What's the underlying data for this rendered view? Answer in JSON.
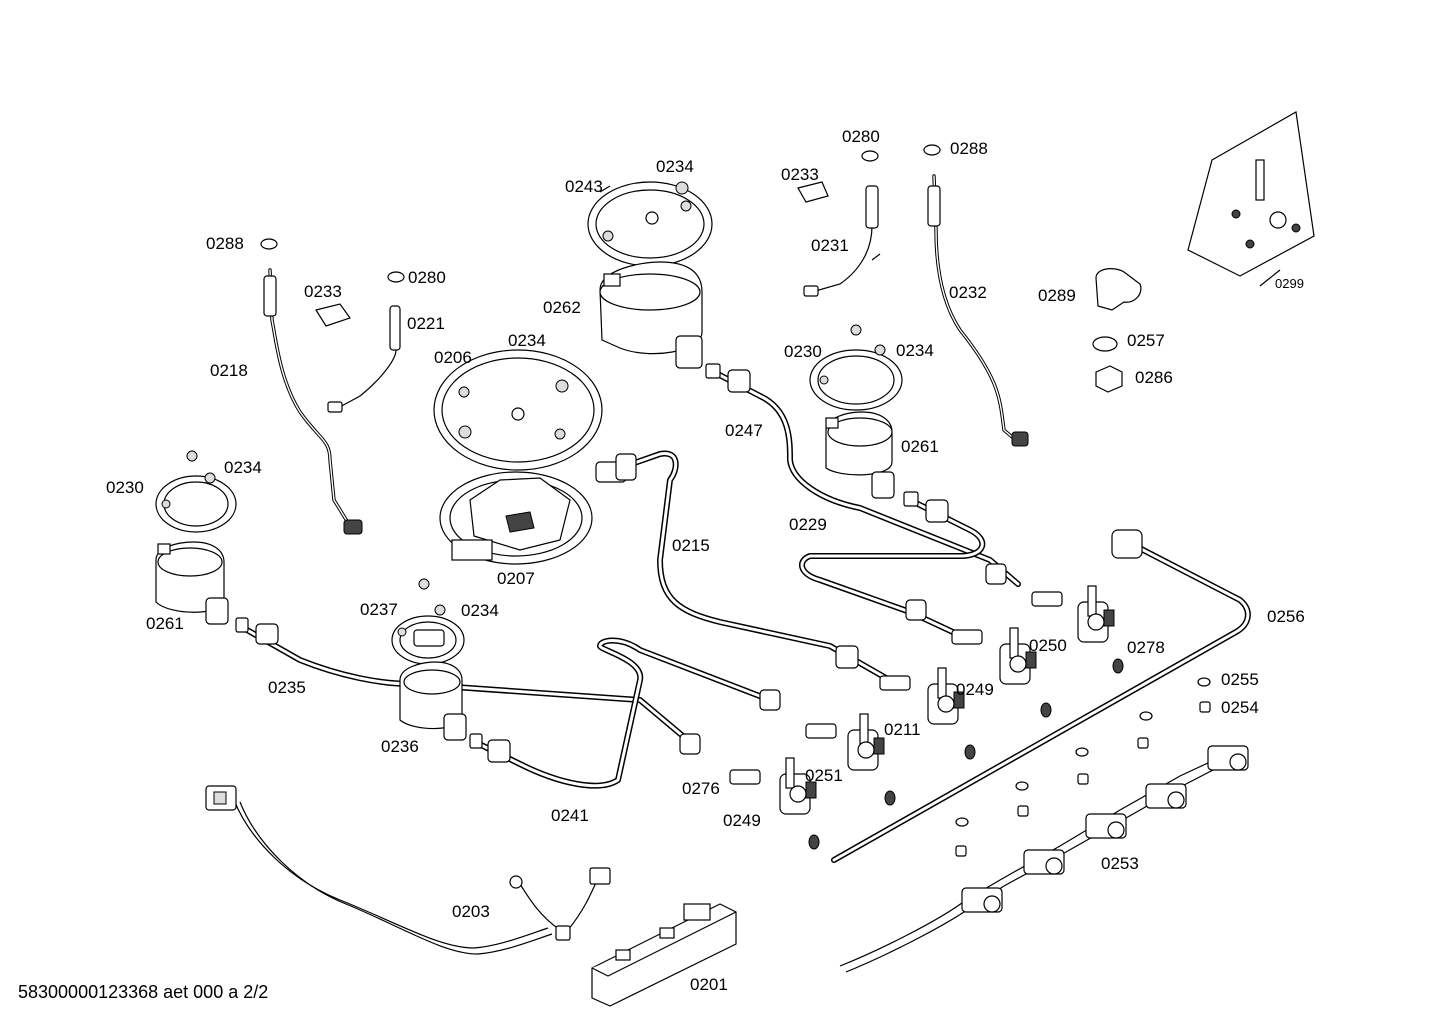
{
  "footer": "58300000123368 aet 000 a 2/2",
  "labels": {
    "p0201": "0201",
    "p0203": "0203",
    "p0206": "0206",
    "p0207": "0207",
    "p0211": "0211",
    "p0215": "0215",
    "p0218": "0218",
    "p0221": "0221",
    "p0229": "0229",
    "p0230a": "0230",
    "p0230b": "0230",
    "p0231": "0231",
    "p0232": "0232",
    "p0233a": "0233",
    "p0233b": "0233",
    "p0234a": "0234",
    "p0234b": "0234",
    "p0234c": "0234",
    "p0234d": "0234",
    "p0234e": "0234",
    "p0235": "0235",
    "p0236": "0236",
    "p0237": "0237",
    "p0241": "0241",
    "p0243": "0243",
    "p0247": "0247",
    "p0249a": "0249",
    "p0249b": "0249",
    "p0250": "0250",
    "p0251": "0251",
    "p0253": "0253",
    "p0254": "0254",
    "p0255": "0255",
    "p0256": "0256",
    "p0257": "0257",
    "p0261a": "0261",
    "p0261b": "0261",
    "p0262": "0262",
    "p0276": "0276",
    "p0278": "0278",
    "p0280a": "0280",
    "p0280b": "0280",
    "p0286": "0286",
    "p0288a": "0288",
    "p0288b": "0288",
    "p0289": "0289",
    "p0299": "0299"
  }
}
